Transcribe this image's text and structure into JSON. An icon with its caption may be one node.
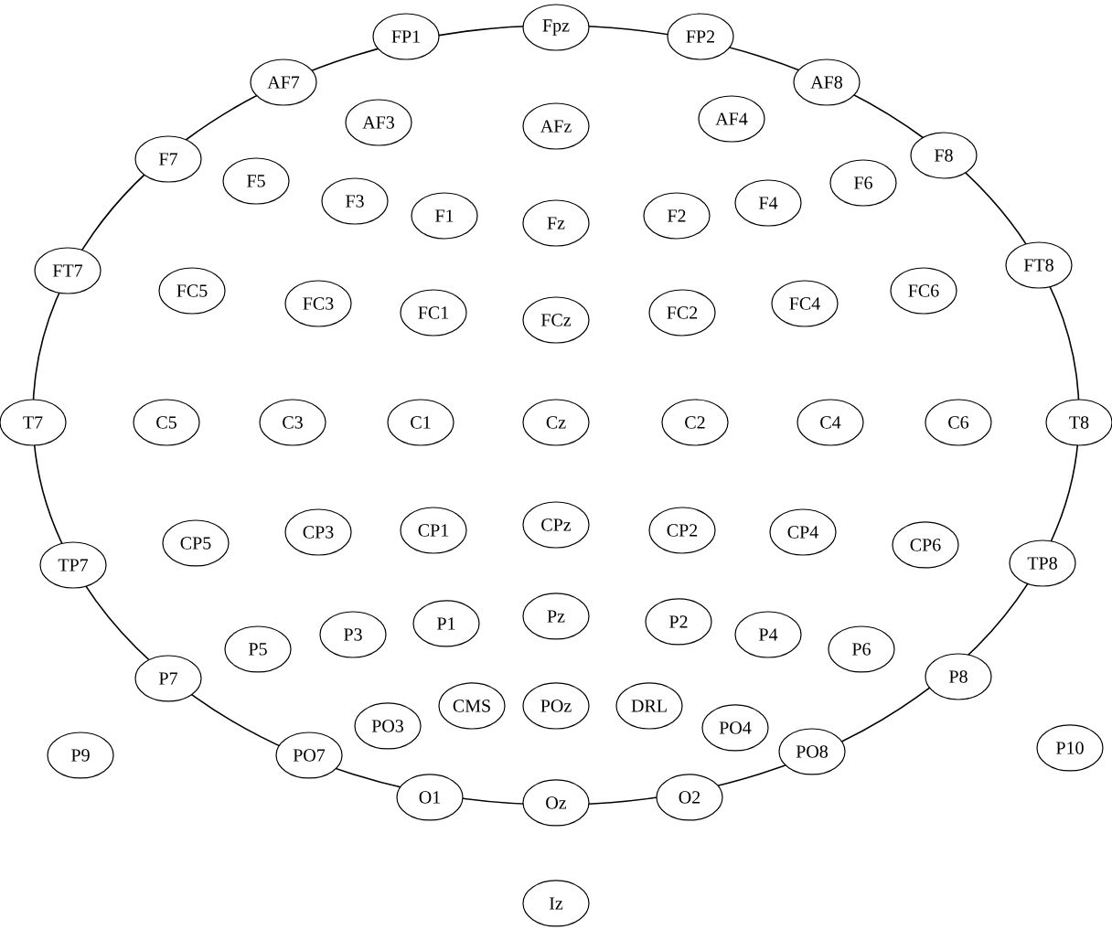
{
  "diagram": {
    "nodes": [
      {
        "text": [
          "FP1"
        ]
      },
      {
        "text": [
          "Fpz"
        ]
      },
      {
        "text": [
          "FP2"
        ]
      },
      {
        "text": [
          "AF7"
        ]
      },
      {
        "text": [
          "AF8"
        ]
      },
      {
        "text": [
          "AF3"
        ]
      },
      {
        "text": [
          "AFz"
        ]
      },
      {
        "text": [
          "AF4"
        ]
      },
      {
        "text": [
          "F7"
        ]
      },
      {
        "text": [
          "F8"
        ]
      },
      {
        "text": [
          "F5"
        ]
      },
      {
        "text": [
          "F6"
        ]
      },
      {
        "text": [
          "F3"
        ]
      },
      {
        "text": [
          "F1"
        ]
      },
      {
        "text": [
          "Fz"
        ]
      },
      {
        "text": [
          "F2"
        ]
      },
      {
        "text": [
          "F4"
        ]
      },
      {
        "text": [
          "FT7"
        ]
      },
      {
        "text": [
          "FT8"
        ]
      },
      {
        "text": [
          "FC5"
        ]
      },
      {
        "text": [
          "FC6"
        ]
      },
      {
        "text": [
          "FC3"
        ]
      },
      {
        "text": [
          "FC1"
        ]
      },
      {
        "text": [
          "FCz"
        ]
      },
      {
        "text": [
          "FC2"
        ]
      },
      {
        "text": [
          "FC4"
        ]
      },
      {
        "text": [
          "T7"
        ]
      },
      {
        "text": [
          "C5"
        ]
      },
      {
        "text": [
          "C3"
        ]
      },
      {
        "text": [
          "C1"
        ]
      },
      {
        "text": [
          "Cz"
        ]
      },
      {
        "text": [
          "C2"
        ]
      },
      {
        "text": [
          "C4"
        ]
      },
      {
        "text": [
          "C6"
        ]
      },
      {
        "text": [
          "T8"
        ]
      },
      {
        "text": [
          "CP5"
        ]
      },
      {
        "text": [
          "CP3"
        ]
      },
      {
        "text": [
          "CP1"
        ]
      },
      {
        "text": [
          "CPz"
        ]
      },
      {
        "text": [
          "CP2"
        ]
      },
      {
        "text": [
          "CP4"
        ]
      },
      {
        "text": [
          "CP6"
        ]
      },
      {
        "text": [
          "TP7"
        ]
      },
      {
        "text": [
          "TP8"
        ]
      },
      {
        "text": [
          "P5"
        ]
      },
      {
        "text": [
          "P3"
        ]
      },
      {
        "text": [
          "P1"
        ]
      },
      {
        "text": [
          "Pz"
        ]
      },
      {
        "text": [
          "P2"
        ]
      },
      {
        "text": [
          "P4"
        ]
      },
      {
        "text": [
          "P6"
        ]
      },
      {
        "text": [
          "P7"
        ]
      },
      {
        "text": [
          "P8"
        ]
      },
      {
        "text": [
          "PO3"
        ]
      },
      {
        "text": [
          "CMS"
        ]
      },
      {
        "text": [
          "POz"
        ]
      },
      {
        "text": [
          "DRL"
        ]
      },
      {
        "text": [
          "PO4"
        ]
      },
      {
        "text": [
          "P9"
        ]
      },
      {
        "text": [
          "PO7"
        ]
      },
      {
        "text": [
          "PO8"
        ]
      },
      {
        "text": [
          "P10"
        ]
      },
      {
        "text": [
          "O1"
        ]
      },
      {
        "text": [
          "Oz"
        ]
      },
      {
        "text": [
          "O2"
        ]
      },
      {
        "text": [
          "Iz"
        ]
      }
    ]
  }
}
